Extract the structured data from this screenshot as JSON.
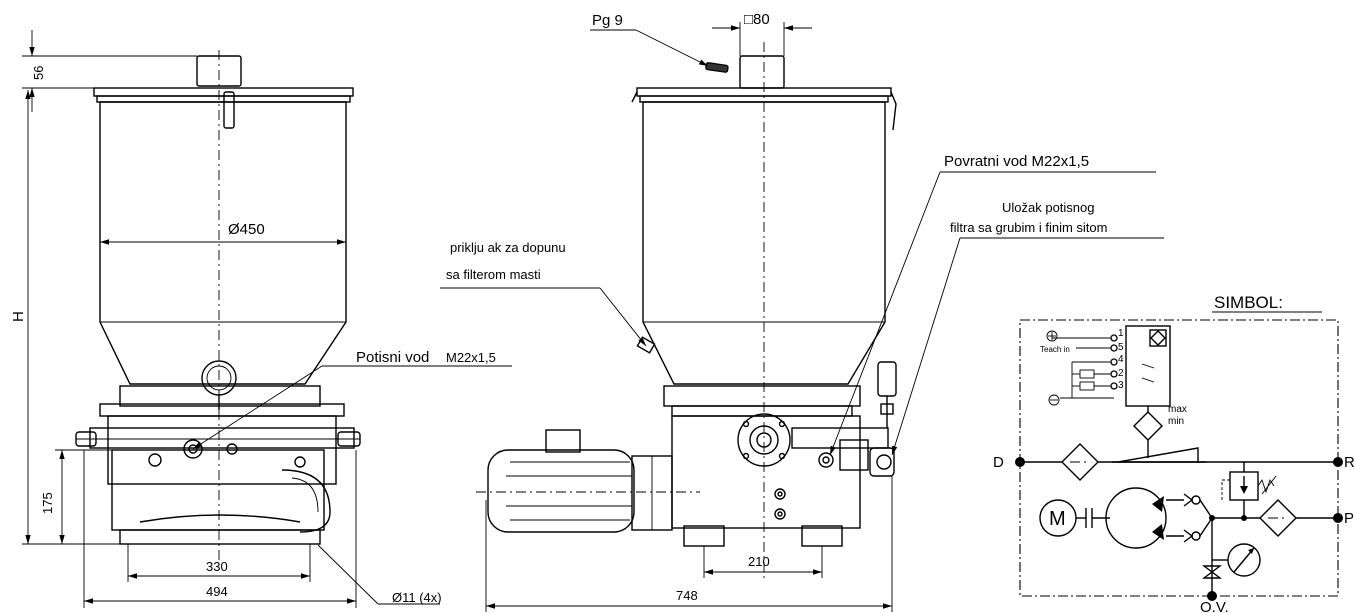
{
  "dimensions": {
    "d56": "56",
    "dH": "H",
    "d450": "Ø450",
    "d175": "175",
    "d330": "330",
    "d494": "494",
    "d11": "Ø11 (4x)",
    "d80": "□80",
    "d210": "210",
    "d748": "748"
  },
  "labels": {
    "pg9": "Pg 9",
    "potisni": "Potisni vod",
    "potisni_thread": "M22x1,5",
    "povratni": "Povratni vod M22x1,5",
    "ulozak_1": "Uložak potisnog",
    "ulozak_2": "filtra sa grubim i finim sitom",
    "prikljucak_1": "priklju  ak za dopunu",
    "prikljucak_2": "sa filterom masti"
  },
  "symbol": {
    "title": "SIMBOL:",
    "pin1": "1",
    "pin5": "5",
    "pin4": "4",
    "pin2": "2",
    "pin3": "3",
    "teach_in": "Teach in",
    "max": "max",
    "min": "min",
    "port_d": "D",
    "port_r": "R",
    "port_p": "P",
    "port_ov": "O.V.",
    "motor": "M"
  }
}
